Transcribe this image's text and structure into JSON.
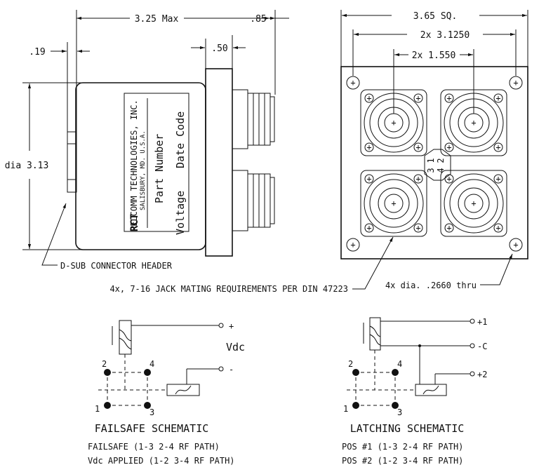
{
  "dimensions": {
    "overall_length": "3.25 Max",
    "connector_length": ".85",
    "flange_offset": ".19",
    "connector_spacing": ".50",
    "body_diameter": "dia 3.13",
    "flange_size": "3.65 SQ.",
    "hole_spacing": "2x 3.1250",
    "connector_pitch": "2x 1.550"
  },
  "label_plate": {
    "company_line1": "RELCOMM TECHNOLOGIES, INC.",
    "company_line2": "SALISBURY, MD. U.S.A.",
    "field_part_number": "Part Number",
    "field_date_code": "Date Code",
    "field_voltage": "Voltage",
    "logo_text": "RCT"
  },
  "front_view": {
    "port_numbers": [
      "1",
      "2",
      "3",
      "4"
    ]
  },
  "callouts": {
    "dsub": "D-SUB CONNECTOR HEADER",
    "jack": "4x, 7-16 JACK MATING REQUIREMENTS PER DIN 47223",
    "holes": "4x dia. .2660 thru"
  },
  "failsafe": {
    "title": "FAILSAFE SCHEMATIC",
    "line1": "FAILSAFE (1-3  2-4  RF PATH)",
    "line2": "Vdc APPLIED (1-2  3-4  RF PATH)",
    "terminal_plus": "+",
    "terminal_minus": "-",
    "supply_label": "Vdc",
    "ports": [
      "1",
      "2",
      "3",
      "4"
    ]
  },
  "latching": {
    "title": "LATCHING SCHEMATIC",
    "line1": "POS #1 (1-3  2-4  RF PATH)",
    "line2": "POS #2 (1-2  3-4  RF PATH)",
    "terminal_1": "+1",
    "terminal_c": "-C",
    "terminal_2": "+2",
    "ports": [
      "1",
      "2",
      "3",
      "4"
    ]
  }
}
